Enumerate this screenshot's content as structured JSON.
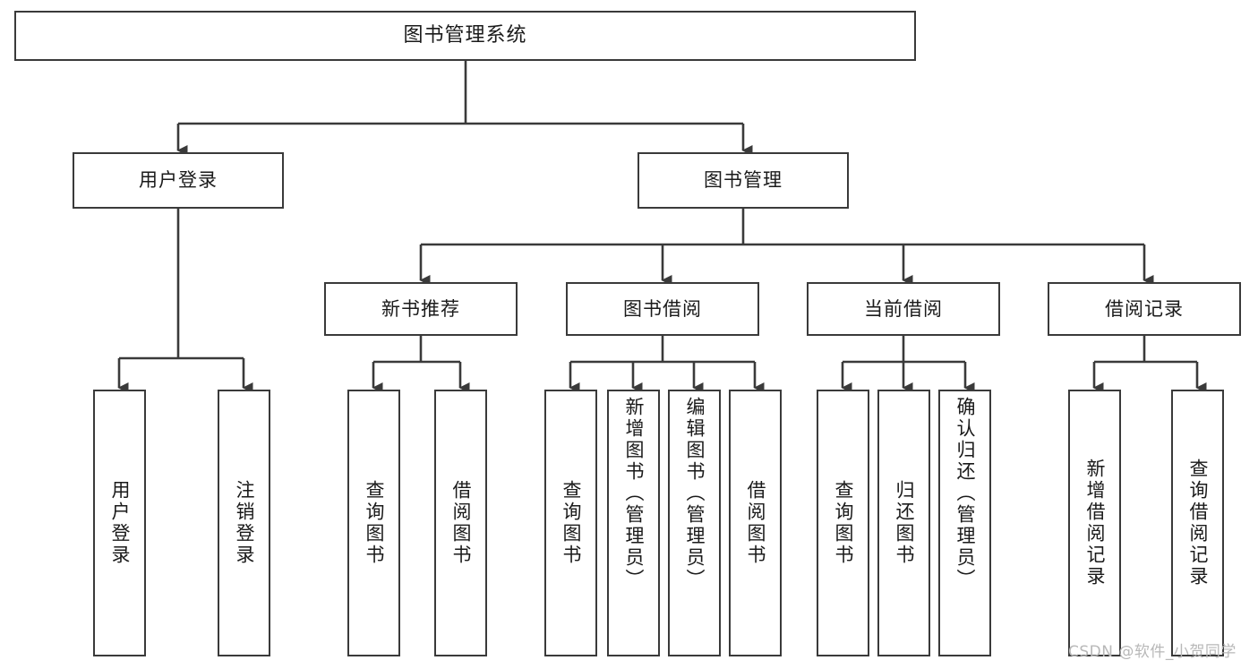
{
  "diagram": {
    "type": "tree-hierarchy-chart",
    "title": "图书管理系统",
    "orientation": "top-down",
    "box_style": {
      "border_color": "#3a3a3a",
      "fill_color": "#ffffff",
      "text_color": "#1a1a1a"
    },
    "levels": {
      "level1": [
        {
          "id": "root",
          "label": "图书管理系统"
        }
      ],
      "level2": [
        {
          "id": "user-login",
          "label": "用户登录",
          "parent": "root"
        },
        {
          "id": "book-manage",
          "label": "图书管理",
          "parent": "root"
        }
      ],
      "level3": [
        {
          "id": "new-book-rec",
          "label": "新书推荐",
          "parent": "book-manage"
        },
        {
          "id": "book-borrow",
          "label": "图书借阅",
          "parent": "book-manage"
        },
        {
          "id": "current-borrow",
          "label": "当前借阅",
          "parent": "book-manage"
        },
        {
          "id": "borrow-record",
          "label": "借阅记录",
          "parent": "book-manage"
        }
      ],
      "level4": [
        {
          "id": "leaf-user-login",
          "label": "用户登录",
          "parent": "user-login"
        },
        {
          "id": "leaf-logout-login",
          "label": "注销登录",
          "parent": "user-login"
        },
        {
          "id": "leaf-query-book-1",
          "label": "查询图书",
          "parent": "new-book-rec"
        },
        {
          "id": "leaf-borrow-book-1",
          "label": "借阅图书",
          "parent": "new-book-rec"
        },
        {
          "id": "leaf-query-book-2",
          "label": "查询图书",
          "parent": "book-borrow"
        },
        {
          "id": "leaf-add-book",
          "label": "新增图书（管理员）",
          "parent": "book-borrow"
        },
        {
          "id": "leaf-edit-book",
          "label": "编辑图书（管理员）",
          "parent": "book-borrow"
        },
        {
          "id": "leaf-borrow-book-2",
          "label": "借阅图书",
          "parent": "book-borrow"
        },
        {
          "id": "leaf-query-book-3",
          "label": "查询图书",
          "parent": "current-borrow"
        },
        {
          "id": "leaf-return-book",
          "label": "归还图书",
          "parent": "current-borrow"
        },
        {
          "id": "leaf-confirm-return",
          "label": "确认归还（管理员）",
          "parent": "current-borrow"
        },
        {
          "id": "leaf-add-record",
          "label": "新增借阅记录",
          "parent": "borrow-record"
        },
        {
          "id": "leaf-query-record",
          "label": "查询借阅记录",
          "parent": "borrow-record"
        }
      ]
    }
  },
  "watermark": {
    "text": "CSDN @软件_小贺同学"
  }
}
